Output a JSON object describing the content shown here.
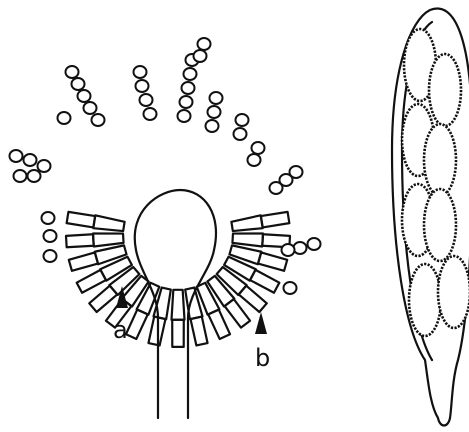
{
  "labels": {
    "a": "a",
    "b": "b"
  },
  "colors": {
    "ink": "#111111",
    "paper": "#ffffff"
  },
  "structures": [
    "conidiophore-with-phialides",
    "ascus-with-eight-ascospores"
  ]
}
